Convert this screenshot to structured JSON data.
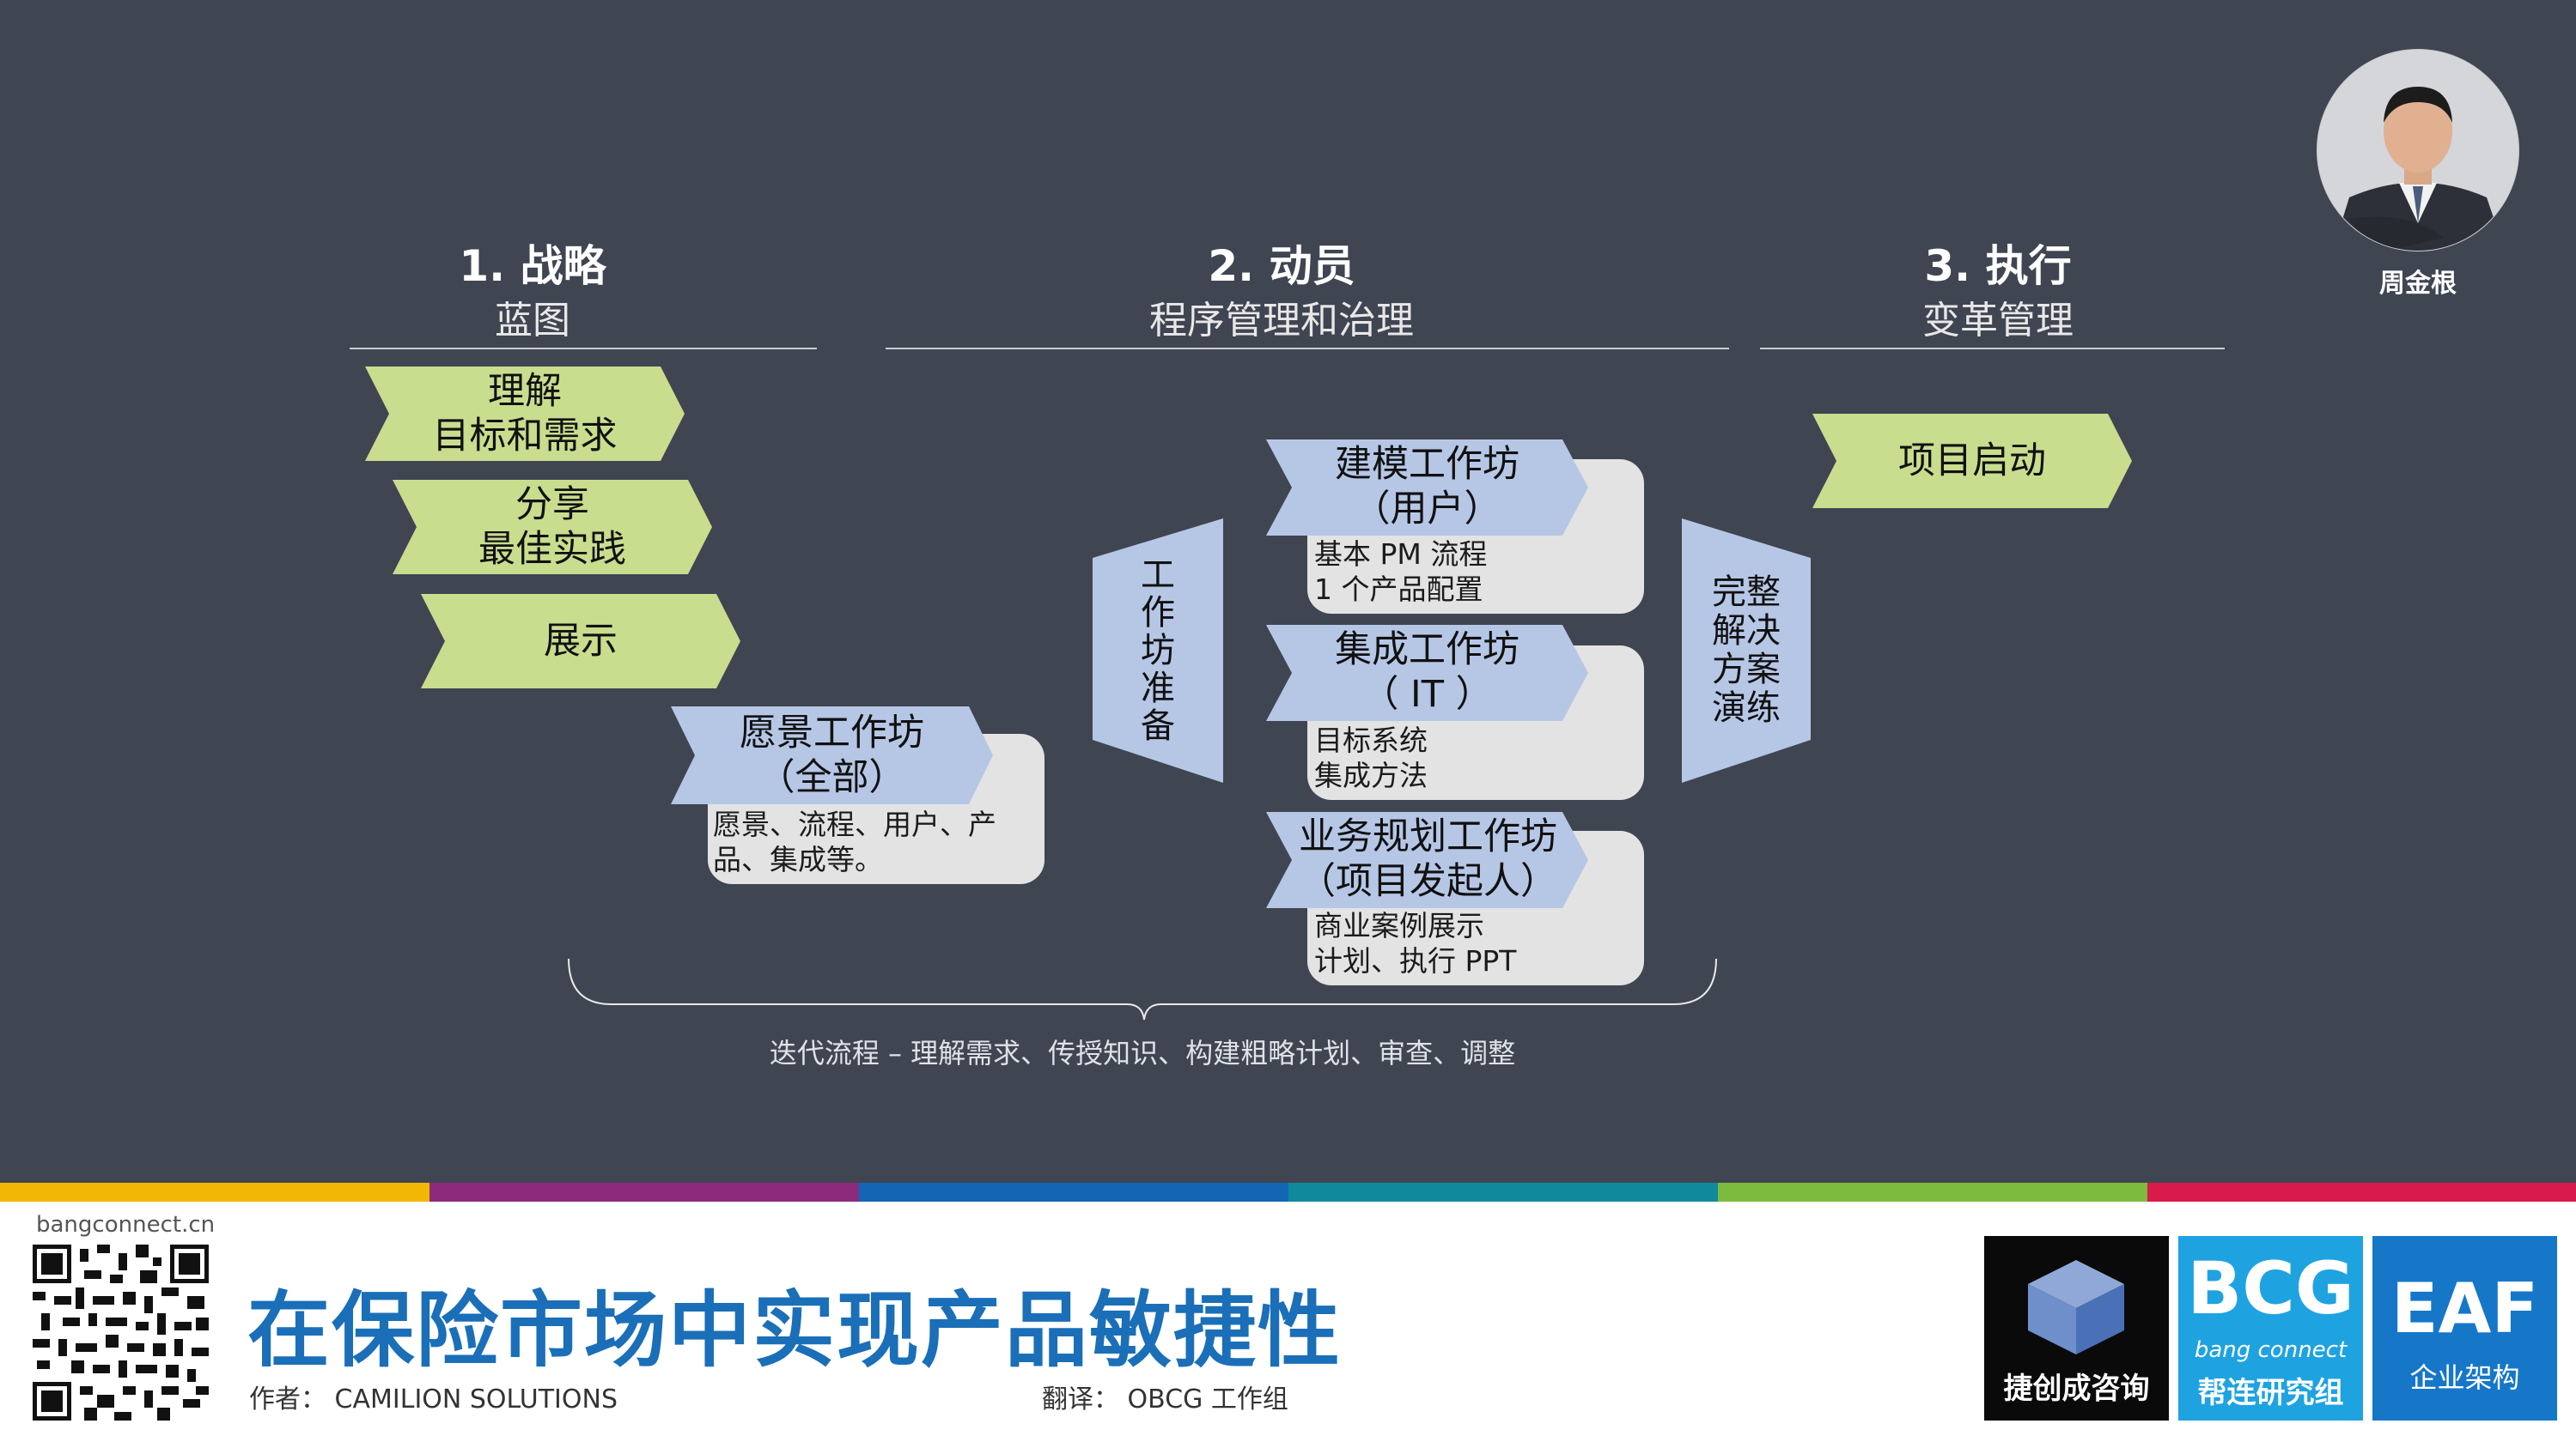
{
  "sections": [
    {
      "title": "1. 战略",
      "subtitle": "蓝图"
    },
    {
      "title": "2. 动员",
      "subtitle": "程序管理和治理"
    },
    {
      "title": "3. 执行",
      "subtitle": "变革管理"
    }
  ],
  "presenter": {
    "name": "周金根"
  },
  "strategy_steps": [
    {
      "line1": "理解",
      "line2": "目标和需求"
    },
    {
      "line1": "分享",
      "line2": "最佳实践"
    },
    {
      "line1": "展示",
      "line2": ""
    }
  ],
  "vision_workshop": {
    "title1": "愿景工作坊",
    "title2": "（全部）",
    "note1": "愿景、流程、用户、产",
    "note2": "品、集成等。"
  },
  "workshop_prep": {
    "label": [
      "工",
      "作",
      "坊",
      "准",
      "备"
    ]
  },
  "workshops": [
    {
      "title1": "建模工作坊",
      "title2": "（用户）",
      "note1": "基本 PM 流程",
      "note2": "1 个产品配置"
    },
    {
      "title1": "集成工作坊",
      "title2": "（ IT ）",
      "note1": "目标系统",
      "note2": "集成方法"
    },
    {
      "title1": "业务规划工作坊",
      "title2": "（项目发起人）",
      "note1": "商业案例展示",
      "note2": "计划、执行 PPT"
    }
  ],
  "full_solution": {
    "label": [
      "完整",
      "解决",
      "方案",
      "演练"
    ]
  },
  "project_start": {
    "label": "项目启动"
  },
  "iteration_caption": "迭代流程 – 理解需求、传授知识、构建粗略计划、审查、调整",
  "footer": {
    "site": "bangconnect.cn",
    "title": "在保险市场中实现产品敏捷性",
    "author": "作者：  CAMILION SOLUTIONS",
    "translator": "翻译：  OBCG 工作组",
    "logos": [
      {
        "name": "捷创成咨询"
      },
      {
        "big": "BCG",
        "italic": "bang connect",
        "name": "帮连研究组"
      },
      {
        "big": "EAF",
        "name": "企业架构"
      }
    ]
  },
  "colors": {
    "background": "#404552",
    "green_chevron": "#c9dd8e",
    "blue_chevron": "#b6c7e6",
    "note_box": "#e3e3e3",
    "title_blue": "#1a6fb8"
  }
}
